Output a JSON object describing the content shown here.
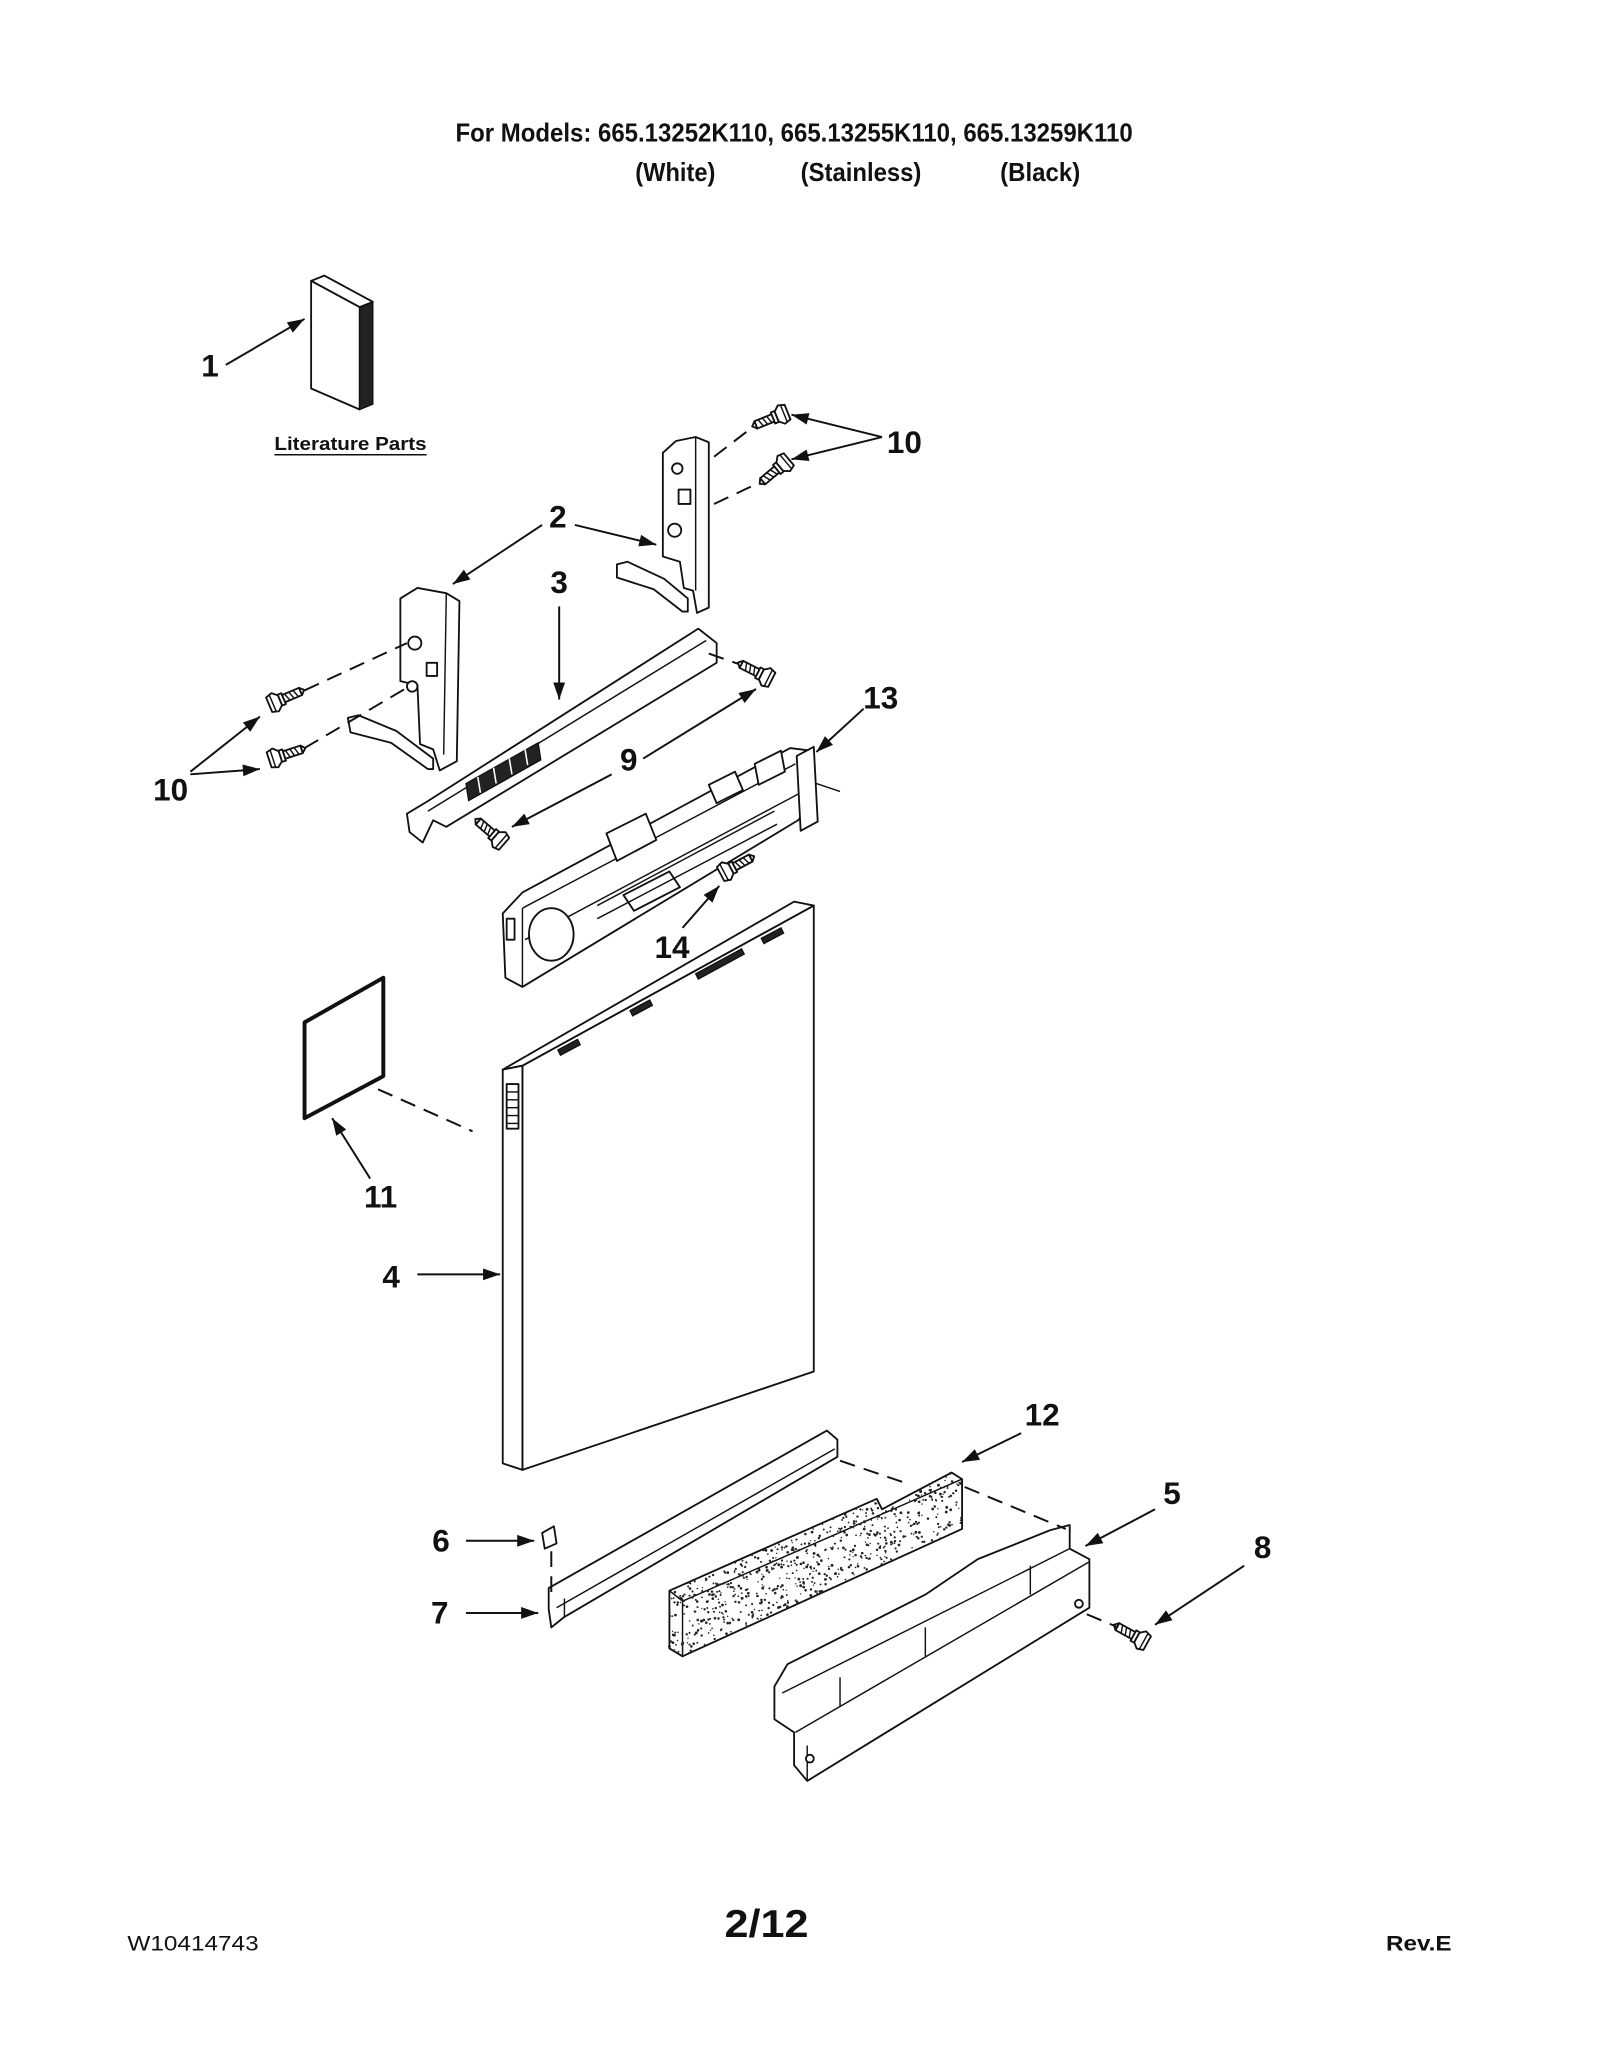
{
  "header": {
    "models_line": "For Models: 665.13252K110, 665.13255K110, 665.13259K110",
    "color_white": "(White)",
    "color_stainless": "(Stainless)",
    "color_black": "(Black)"
  },
  "literature_label": "Literature Parts",
  "callouts": {
    "part_1": "1",
    "part_2": "2",
    "part_3": "3",
    "part_4": "4",
    "part_5": "5",
    "part_6": "6",
    "part_7": "7",
    "part_8": "8",
    "part_9": "9",
    "part_10_right": "10",
    "part_10_left": "10",
    "part_11": "11",
    "part_12": "12",
    "part_13": "13",
    "part_14": "14"
  },
  "footer": {
    "doc_number": "W10414743",
    "page": "2/12",
    "revision": "Rev.E"
  }
}
